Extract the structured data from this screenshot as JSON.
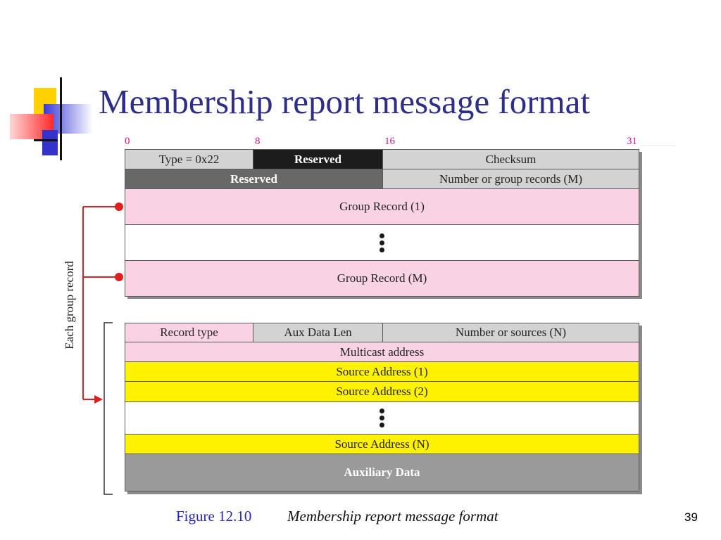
{
  "slide": {
    "title": "Membership report message format",
    "page_number": "39"
  },
  "bit_ticks": [
    "0",
    "8",
    "16",
    "31"
  ],
  "header": {
    "row1": [
      "Type = 0x22",
      "Reserved",
      "Checksum"
    ],
    "row2": [
      "Reserved",
      "Number or group records (M)"
    ],
    "group_record_1": "Group Record (1)",
    "group_record_m": "Group Record (M)"
  },
  "side_label": "Each group record",
  "record": {
    "row1": [
      "Record type",
      "Aux Data Len",
      "Number or sources (N)"
    ],
    "multicast": "Multicast address",
    "source_1": "Source Address (1)",
    "source_2": "Source Address (2)",
    "source_n": "Source Address (N)",
    "aux": "Auxiliary Data"
  },
  "caption": {
    "figure": "Figure 12.10",
    "text": "Membership report message format"
  },
  "colors": {
    "title": "#2e2e8a",
    "ticks": "#d4148c",
    "pink": "#f9d3e4",
    "yellow": "#fff200",
    "arrow": "#e02020"
  }
}
